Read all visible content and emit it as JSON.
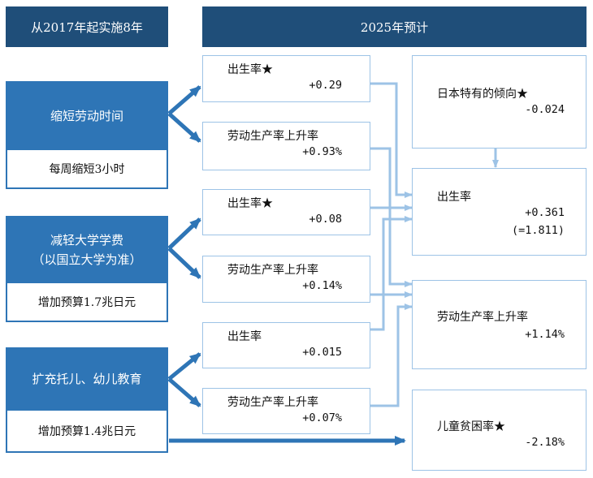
{
  "headers": {
    "left": "从2017年起实施8年",
    "right": "2025年预计"
  },
  "policies": [
    {
      "title_lines": [
        "缩短劳动时间"
      ],
      "detail": "每周缩短3小时"
    },
    {
      "title_lines": [
        "减轻大学学费",
        "（以国立大学为准）"
      ],
      "detail": "增加预算1.7兆日元"
    },
    {
      "title_lines": [
        "扩充托儿、幼儿教育"
      ],
      "detail": "增加预算1.4兆日元"
    }
  ],
  "effects": [
    {
      "label": "出生率★",
      "value": "+0.29"
    },
    {
      "label": "劳动生产率上升率",
      "value": "+0.93%"
    },
    {
      "label": "出生率★",
      "value": "+0.08"
    },
    {
      "label": "劳动生产率上升率",
      "value": "+0.14%"
    },
    {
      "label": "出生率",
      "value": "+0.015"
    },
    {
      "label": "劳动生产率上升率",
      "value": "+0.07%"
    }
  ],
  "outcomes": {
    "japan_trend": {
      "label": "日本特有的倾向★",
      "value": "-0.024"
    },
    "birth_rate": {
      "label": "出生率",
      "value": "+0.361",
      "value2": "(=1.811)"
    },
    "productivity": {
      "label": "劳动生产率上升率",
      "value": "+1.14%"
    },
    "child_poverty": {
      "label": "儿童贫困率★",
      "value": "-2.18%"
    }
  },
  "colors": {
    "header_bg": "#1f4e79",
    "policy_bg": "#2e75b6",
    "light_border": "#9dc3e6",
    "light_line": "#9dc3e6",
    "dark_arrow": "#2e75b6"
  }
}
